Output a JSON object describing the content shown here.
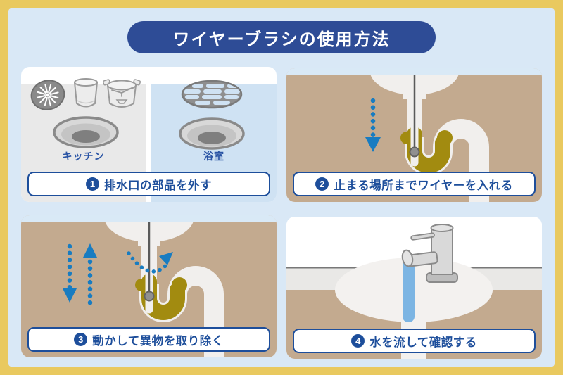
{
  "header": {
    "title": "ワイヤーブラシの使用方法"
  },
  "panels": [
    {
      "number": "1",
      "caption": "排水口の部品を外す",
      "sublabels": {
        "kitchen": "キッチン",
        "bathroom": "浴室"
      }
    },
    {
      "number": "2",
      "caption": "止まる場所までワイヤーを入れる"
    },
    {
      "number": "3",
      "caption": "動かして異物を取り除く"
    },
    {
      "number": "4",
      "caption": "水を流して確認する"
    }
  ],
  "icons": {
    "panel1": [
      "strainer-lid-icon",
      "basket-icon",
      "trap-cup-icon",
      "drain-hole-icon",
      "bath-grate-icon"
    ],
    "panel2": [
      "down-arrow-icon",
      "wire-brush-icon",
      "pipe-trap-icon"
    ],
    "panel3": [
      "down-arrow-icon",
      "up-arrow-icon",
      "swing-arrow-icon",
      "wire-brush-icon",
      "pipe-trap-icon"
    ],
    "panel4": [
      "faucet-icon",
      "water-stream-icon",
      "sink-basin-icon"
    ]
  },
  "colors": {
    "frame_yellow": "#E9C95F",
    "background_blue": "#D9E8F6",
    "title_pill_blue": "#2E4C96",
    "caption_blue": "#1D4E9B",
    "label_blue": "#2B55A5",
    "arrow_blue": "#187CC1",
    "water_blue": "#7CB5E3",
    "wall_tan": "#C3AA8F",
    "clog_olive": "#A28B10",
    "pipe_white": "#F1EFED",
    "kitchen_bg_gray": "#E9E9E9",
    "bathroom_bg_blue": "#CFE2F3"
  }
}
